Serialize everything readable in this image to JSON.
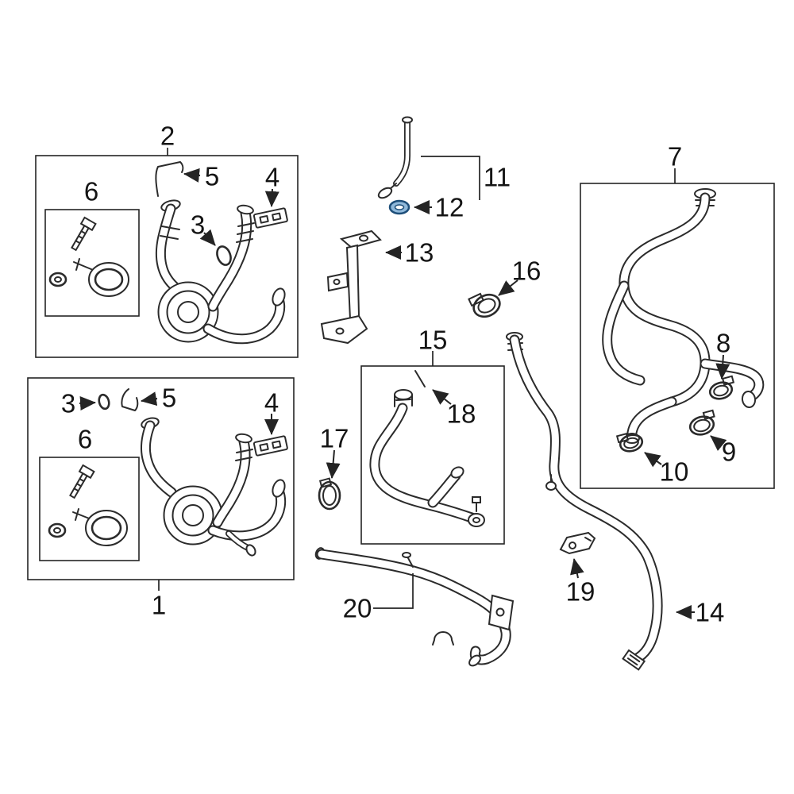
{
  "diagram": {
    "type": "exploded-parts-diagram",
    "subject": "engine coolant hose assembly parts",
    "background": "#ffffff",
    "colors": {
      "line": "#2b2b2b",
      "box_stroke": "#242424",
      "label_text": "#151515",
      "highlight_stroke": "#1d4e79",
      "highlight_fill": "#8fb8da",
      "highlight_hole": "#ffffff"
    },
    "highlighted_part": "12",
    "callouts": {
      "c1": "1",
      "c2": "2",
      "c3": "3",
      "c4": "4",
      "c5": "5",
      "c6": "6",
      "c7": "7",
      "c8": "8",
      "c9": "9",
      "c10": "10",
      "c11": "11",
      "c12": "12",
      "c13": "13",
      "c14": "14",
      "c15": "15",
      "c16": "16",
      "c17": "17",
      "c18": "18",
      "c19": "19",
      "c20": "20"
    }
  }
}
